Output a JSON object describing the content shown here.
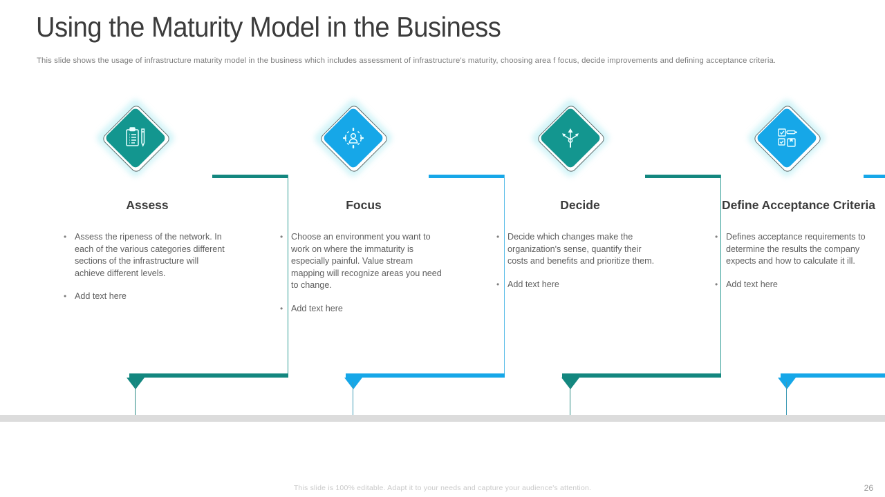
{
  "slide": {
    "title": "Using the Maturity Model in the Business",
    "subtitle": "This slide shows the usage of infrastructure  maturity model in the business which includes assessment of infrastructure's maturity, choosing area f focus, decide improvements  and defining acceptance criteria.",
    "footer_note": "This slide is 100% editable. Adapt it to your needs and capture your audience's attention.",
    "page_number": "26"
  },
  "colors": {
    "teal": "#13877f",
    "teal_icon": "#13968f",
    "blue": "#16a7e8",
    "glow": "#cdf3f7",
    "track_gray": "#dcdcdc",
    "title_gray": "#3b3b3b",
    "body_gray": "#5e5e5e"
  },
  "steps": [
    {
      "heading": "Assess",
      "icon_name": "clipboard-checklist-pencil-icon",
      "accent": "teal",
      "bullets": [
        "Assess the ripeness of the network. In each of the various categories different sections of the infrastructure will achieve different levels.",
        "Add text here"
      ]
    },
    {
      "heading": "Focus",
      "icon_name": "person-target-focus-icon",
      "accent": "blue",
      "bullets": [
        "Choose an environment you want to work on where the immaturity is especially painful. Value  stream mapping will recognize areas you need to change.",
        "Add text here"
      ]
    },
    {
      "heading": "Decide",
      "icon_name": "directional-arrows-decision-icon",
      "accent": "teal",
      "bullets": [
        "Decide which changes make the organization's sense, quantify their costs and benefits and prioritize them.",
        "Add text here"
      ]
    },
    {
      "heading": "Define Acceptance Criteria",
      "icon_name": "document-checklist-pen-icon",
      "accent": "blue",
      "bullets": [
        "Defines acceptance requirements to determine the results the company expects and how to calculate it ill.",
        "Add text here"
      ]
    }
  ]
}
